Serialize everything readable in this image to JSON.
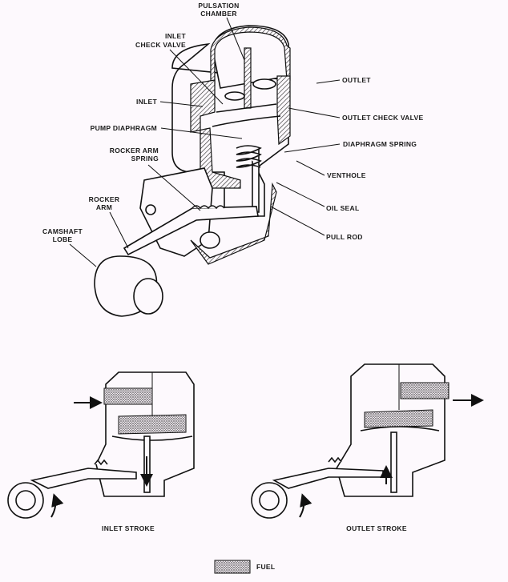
{
  "labels": {
    "pulsation_chamber": [
      "PULSATION",
      "CHAMBER"
    ],
    "inlet_check_valve": [
      "INLET",
      "CHECK VALVE"
    ],
    "outlet": "OUTLET",
    "inlet": "INLET",
    "outlet_check_valve": "OUTLET CHECK VALVE",
    "pump_diaphragm": "PUMP DIAPHRAGM",
    "diaphragm_spring": "DIAPHRAGM SPRING",
    "rocker_arm_spring": [
      "ROCKER ARM",
      "SPRING"
    ],
    "venthole": "VENTHOLE",
    "rocker_arm": [
      "ROCKER",
      "ARM"
    ],
    "oil_seal": "OIL SEAL",
    "camshaft_lobe": [
      "CAMSHAFT",
      "LOBE"
    ],
    "pull_rod": "PULL ROD"
  },
  "captions": {
    "inlet_stroke": "INLET STROKE",
    "outlet_stroke": "OUTLET STROKE"
  },
  "legend": {
    "fuel": "FUEL"
  }
}
